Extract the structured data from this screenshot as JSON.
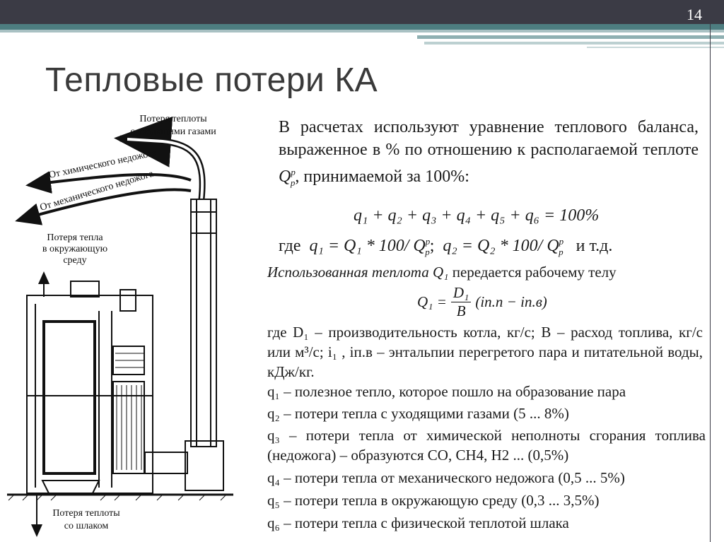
{
  "slide": {
    "page_number": "14",
    "title": "Тепловые потери КА"
  },
  "diagram": {
    "label_flue_1": "Потеря теплоты",
    "label_flue_2": "с уходящими газами",
    "label_chem": "От химического недожога",
    "label_mech": "От механического недожога",
    "label_env_1": "Потеря тепла",
    "label_env_2": "в окружающую",
    "label_env_3": "среду",
    "label_slag_1": "Потеря теплоты",
    "label_slag_2": "со шлаком"
  },
  "text": {
    "para_a": "В расчетах используют уравнение теплового баланса, выраженное в % по отношению к располагаемой теплоте ",
    "para_b": ", принимаемой за 100%:",
    "eq_balance": "q₁ + q₂ + q₃ + q₄ + q₅ + q₆ = 100%",
    "eq_where": "где",
    "eq_q1": "q₁ = Q₁ * 100/ ",
    "eq_q2": "q₂ = Q₂ * 100/ ",
    "eq_etc": "и т.д.",
    "used_a": "Использованная теплота Q₁",
    "used_b": "передается рабочему телу",
    "frac_lhs": "Q₁ =",
    "frac_num": "D₁",
    "frac_den": "B",
    "frac_rhs": "(iп.п − iп.в)",
    "where_text": "где D₁ – производительность котла, кг/с; B – расход топлива, кг/с или м³/с; i₁ , iп.в – энтальпии перегретого пара и питательной воды, кДж/кг.",
    "q1": "q₁ – полезное тепло, которое пошло на образование пара",
    "q2": "q₂ – потери тепла с уходящими газами (5 ... 8%)",
    "q3": "q₃ – потери тепла от химической неполноты сгорания топлива (недожога) – образуются СО, СН4, Н2 ... (0,5%)",
    "q4": "q₄ – потери тепла от механического недожога (0,5 ... 5%)",
    "q5": "q₅ – потери тепла в окружающую среду (0,3 ... 3,5%)",
    "q6": "q₆ – потери тепла с физической теплотой шлака"
  },
  "colors": {
    "top_bar": "#3b3b45",
    "accent_stripe": "#4d7d80",
    "title": "#3a3a3a"
  }
}
